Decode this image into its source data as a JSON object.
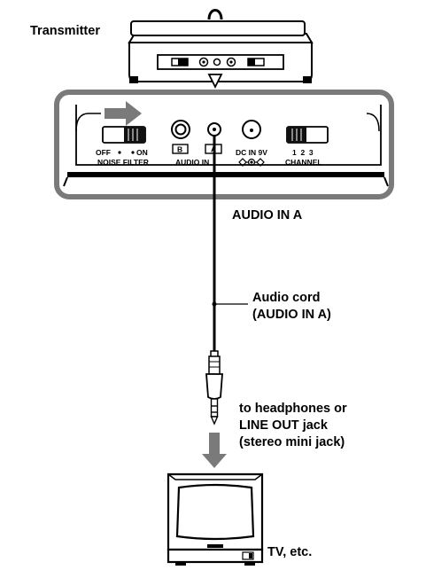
{
  "labels": {
    "transmitter": "Transmitter",
    "audio_in_a": "AUDIO IN A",
    "audio_cord_line1": "Audio cord",
    "audio_cord_line2": "(AUDIO IN A)",
    "jack_line1": "to headphones or",
    "jack_line2": "LINE OUT jack",
    "jack_line3": "(stereo mini jack)",
    "tv": "TV, etc."
  },
  "panel": {
    "switch_off": "OFF",
    "switch_on": "ON",
    "noise_filter": "NOISE FILTER",
    "jack_b": "B",
    "jack_a": "A",
    "audio_in": "AUDIO IN",
    "dc_in": "DC IN 9V",
    "channel_numbers": "1  2  3",
    "channel": "CHANNEL"
  }
}
